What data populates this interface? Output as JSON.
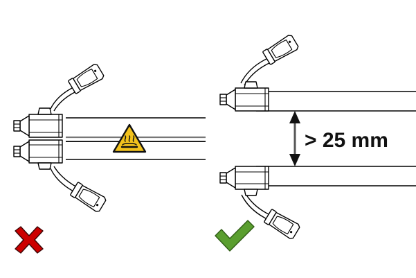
{
  "figure": {
    "title": "Hose connector spacing instruction diagram",
    "background_color": "#ffffff",
    "line_color": "#000000",
    "tube_shade_color": "#777777"
  },
  "panels": [
    {
      "id": "incorrect",
      "name": "incorrect-arrangement",
      "verdict_symbol": "cross-mark",
      "verdict_color": "#cc0000",
      "description": "Two hose connectors mounted directly adjacent with tubes touching",
      "warning": {
        "name": "hot-surface-warning",
        "symbol": "hot-surface",
        "shape": "triangle",
        "fill_color": "#f2c21c",
        "border_color": "#111111",
        "glyph_color": "#111111"
      },
      "connectors": [
        {
          "id": "upper",
          "cable_direction": "up",
          "tab_side": "top"
        },
        {
          "id": "lower",
          "cable_direction": "down",
          "tab_side": "bottom"
        }
      ]
    },
    {
      "id": "correct",
      "name": "correct-arrangement",
      "verdict_symbol": "check-mark",
      "verdict_color": "#5a9e2f",
      "description": "Two hose connectors separated by the required clearance",
      "dimension": {
        "name": "clearance-dimension",
        "label": "> 25 mm",
        "operator": ">",
        "value": 25,
        "unit": "mm",
        "arrow_style": "double-headed"
      },
      "connectors": [
        {
          "id": "upper",
          "cable_direction": "up",
          "tab_side": "top"
        },
        {
          "id": "lower",
          "cable_direction": "down",
          "tab_side": "bottom"
        }
      ]
    }
  ]
}
